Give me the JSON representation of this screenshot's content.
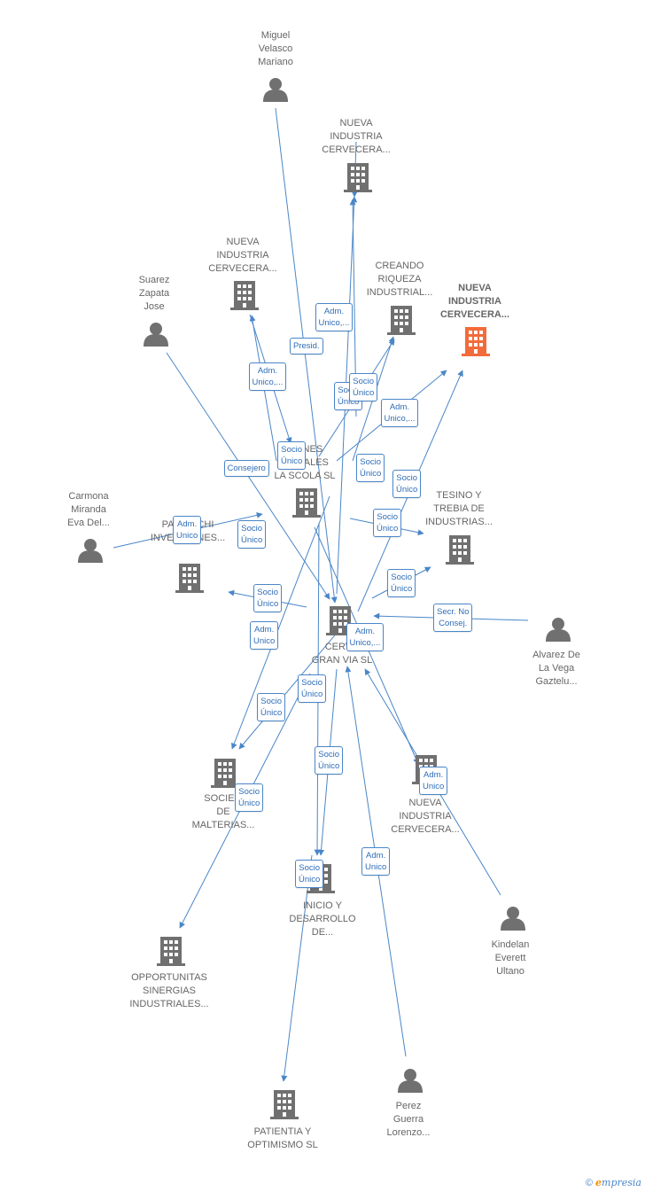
{
  "colors": {
    "edge": "#4a86c8",
    "node": "#707070",
    "main_node": "#f26b3a",
    "label": "#666666"
  },
  "nodes": [
    {
      "id": "miguel",
      "type": "person-icon",
      "label": "Miguel\nVelasco\nMariano"
    },
    {
      "id": "nic_top",
      "type": "building-icon",
      "label": "NUEVA\nINDUSTRIA\nCERVECERA..."
    },
    {
      "id": "nic_left",
      "type": "building-icon",
      "label": "NUEVA\nINDUSTRIA\nCERVECERA..."
    },
    {
      "id": "suarez",
      "type": "person-icon",
      "label": "Suarez\nZapata\nJose"
    },
    {
      "id": "creando",
      "type": "building-icon",
      "label": "CREANDO\nRIQUEZA\nINDUSTRIAL..."
    },
    {
      "id": "nic_main",
      "type": "building-icon",
      "label": "NUEVA\nINDUSTRIA\nCERVECERA...",
      "main": true
    },
    {
      "id": "scola",
      "type": "building-icon",
      "label": "...ONES\n...ONALES\nLA SCOLA SL"
    },
    {
      "id": "carmona",
      "type": "person-icon",
      "label": "Carmona\nMiranda\nEva Del..."
    },
    {
      "id": "patti",
      "type": "building-icon",
      "label": "PATI...UCHI\nINVERSIONES..."
    },
    {
      "id": "tesino",
      "type": "building-icon",
      "label": "TESINO Y\nTREBIA DE\nINDUSTRIAS..."
    },
    {
      "id": "gran_via",
      "type": "building-icon",
      "label": "CERV...\nGRAN VIA SL"
    },
    {
      "id": "alvarez",
      "type": "person-icon",
      "label": "Alvarez De\nLa Vega\nGaztelu..."
    },
    {
      "id": "sociedad",
      "type": "building-icon",
      "label": "SOCIE...\nDE\nMALTERIAS..."
    },
    {
      "id": "nic_low",
      "type": "building-icon",
      "label": "NUEVA\nINDUSTRIA\nCERVECERA..."
    },
    {
      "id": "inicio",
      "type": "building-icon",
      "label": "INICIO Y\nDESARROLLO\nDE..."
    },
    {
      "id": "kindelan",
      "type": "person-icon",
      "label": "Kindelan\nEverett\nUltano"
    },
    {
      "id": "opportunitas",
      "type": "building-icon",
      "label": "OPPORTUNITAS\nSINERGIAS\nINDUSTRIALES..."
    },
    {
      "id": "patientia",
      "type": "building-icon",
      "label": "PATIENTIA Y\nOPTIMISMO SL"
    },
    {
      "id": "perez",
      "type": "person-icon",
      "label": "Perez\nGuerra\nLorenzo..."
    }
  ],
  "edge_labels": [
    "Adm.\nUnico,...",
    "Presid.",
    "Adm.\nUnico,...",
    "Socio\nÚnico",
    "Socio\nÚnico",
    "Adm.\nUnico,...",
    "Consejero",
    "Socio\nÚnico",
    "Socio\nÚnico",
    "Socio\nÚnico",
    "Adm.\nUnico",
    "Socio\nÚnico",
    "Socio\nÚnico",
    "Socio\nÚnico",
    "Socio\nÚnico",
    "Secr. No\nConsej.",
    "Adm.\nUnico,...",
    "Adm.\nUnico",
    "Socio\nÚnico",
    "Socio\nÚnico",
    "Socio\nÚnico",
    "Socio\nÚnico",
    "Adm.\nUnico",
    "Adm.\nUnico",
    "Socio\nÚnico"
  ],
  "watermark": {
    "copyright": "©",
    "brand_e": "e",
    "brand_rest": "mpresia"
  }
}
